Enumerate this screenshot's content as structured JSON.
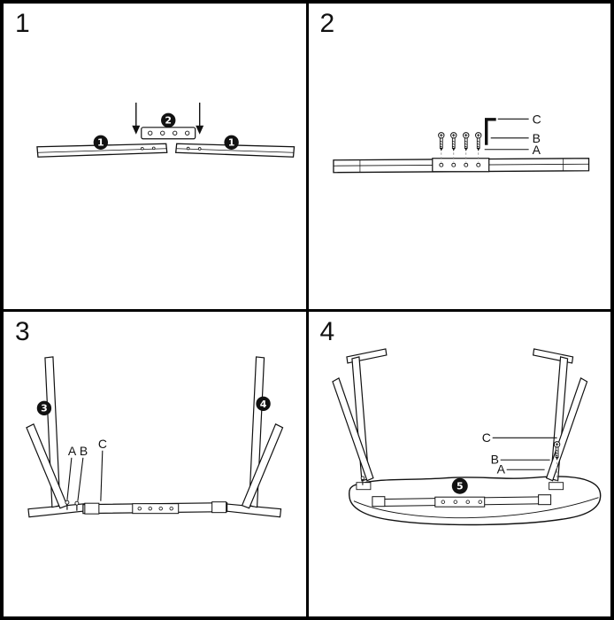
{
  "colors": {
    "ink": "#111111",
    "paper": "#ffffff",
    "frame": "#000000"
  },
  "steps": {
    "step1": {
      "number": "1"
    },
    "step2": {
      "number": "2"
    },
    "step3": {
      "number": "3"
    },
    "step4": {
      "number": "4"
    }
  },
  "part_markers": {
    "part1": "1",
    "part2": "2",
    "part3": "3",
    "part4": "4",
    "part5": "5"
  },
  "hardware_labels": {
    "a": "A",
    "b": "B",
    "c": "C"
  }
}
